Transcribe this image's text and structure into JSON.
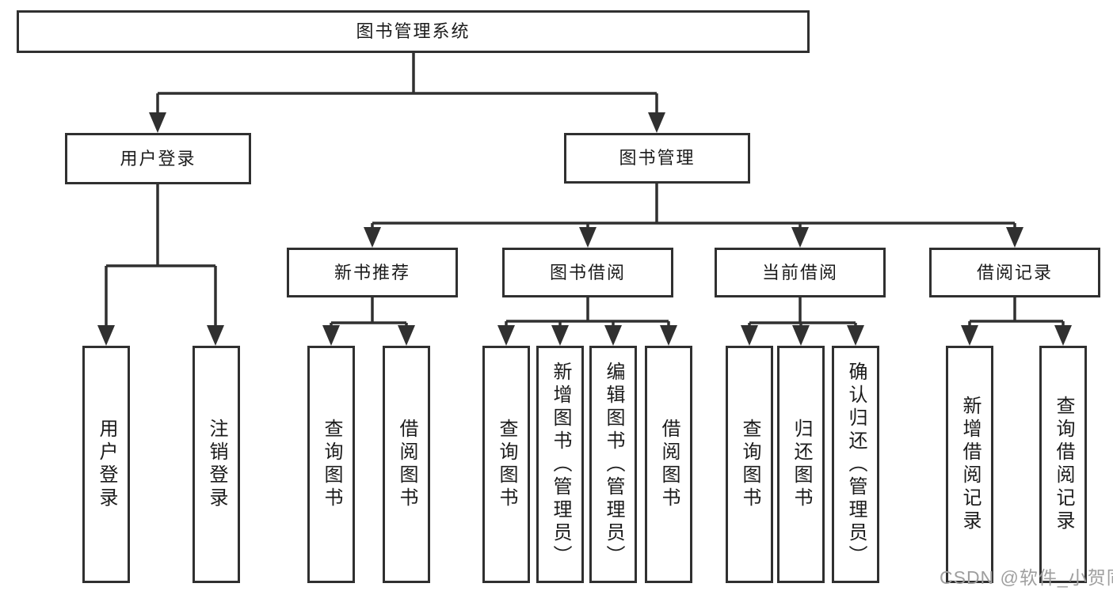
{
  "tree": {
    "root": "图书管理系统",
    "login": {
      "label": "用户登录",
      "children": [
        "用户登录",
        "注销登录"
      ]
    },
    "management": {
      "label": "图书管理",
      "sections": [
        {
          "label": "新书推荐",
          "children": [
            "查询图书",
            "借阅图书"
          ]
        },
        {
          "label": "图书借阅",
          "children": [
            "查询图书",
            "新增图书（管理员）",
            "编辑图书（管理员）",
            "借阅图书"
          ]
        },
        {
          "label": "当前借阅",
          "children": [
            "查询图书",
            "归还图书",
            "确认归还（管理员）"
          ]
        },
        {
          "label": "借阅记录",
          "children": [
            "新增借阅记录",
            "查询借阅记录"
          ]
        }
      ]
    }
  },
  "watermark": "CSDN @软件_小贺同学",
  "colors": {
    "line": "#303030",
    "text": "#1b1b1b",
    "watermark": "#9f9f9f",
    "background": "#ffffff"
  }
}
